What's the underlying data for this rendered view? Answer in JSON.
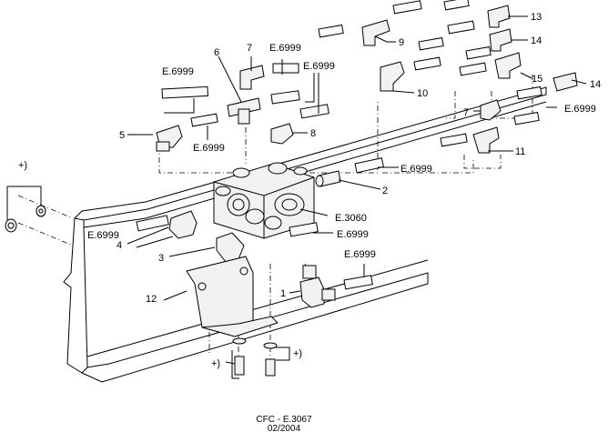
{
  "footer": {
    "code": "CFC - E.3067",
    "date": "02/2004"
  },
  "callouts": {
    "n1": "1",
    "n2": "2",
    "n3": "3",
    "n4": "4",
    "n5": "5",
    "n6": "6",
    "n7a": "7",
    "n7b": "7",
    "n8": "8",
    "n9": "9",
    "n10": "10",
    "n11": "11",
    "n12": "12",
    "n13": "13",
    "n14a": "14",
    "n14b": "14",
    "n15": "15",
    "e6999_a": "E.6999",
    "e6999_b": "E.6999",
    "e6999_c": "E.6999",
    "e6999_d": "E.6999",
    "e6999_e": "E.6999",
    "e6999_f": "E.6999",
    "e6999_g": "E.6999",
    "e6999_h": "E.6999",
    "e6999_i": "E.6999",
    "e3060": "E.3060",
    "plus_a": "+)",
    "plus_b": "+)",
    "plus_c": "+)"
  }
}
